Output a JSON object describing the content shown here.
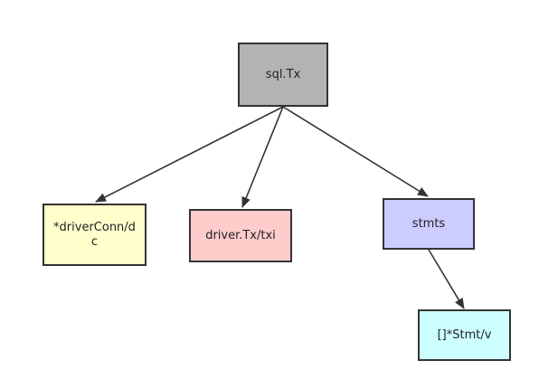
{
  "diagram": {
    "nodes": {
      "sql_tx": {
        "label": "sql.Tx",
        "color": "#b3b3b3"
      },
      "driver_conn": {
        "label": "*driverConn/dc",
        "color": "#ffffcc"
      },
      "driver_tx": {
        "label": "driver.Tx/txi",
        "color": "#ffcccc"
      },
      "stmts": {
        "label": "stmts",
        "color": "#ccccff"
      },
      "stmt_v": {
        "label": "[]*Stmt/v",
        "color": "#ccffff"
      }
    },
    "edges": [
      {
        "from": "sql_tx",
        "to": "driver_conn"
      },
      {
        "from": "sql_tx",
        "to": "driver_tx"
      },
      {
        "from": "sql_tx",
        "to": "stmts"
      },
      {
        "from": "stmts",
        "to": "stmt_v"
      }
    ],
    "line_color": "#333333"
  }
}
